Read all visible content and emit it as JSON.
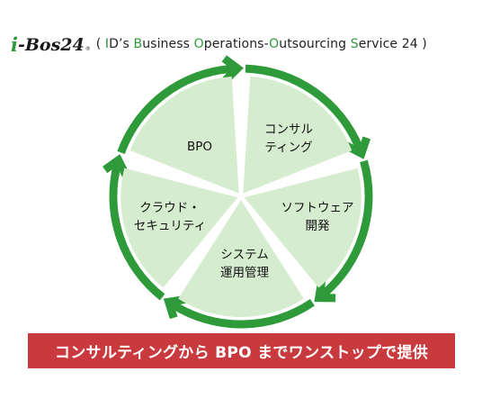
{
  "header": {
    "logo": {
      "prefix": "i",
      "rest": "-Bos24",
      "mark": "®"
    },
    "tagline_parts": [
      {
        "t": "( ",
        "g": false
      },
      {
        "t": "I",
        "g": true
      },
      {
        "t": "D’s ",
        "g": false
      },
      {
        "t": "B",
        "g": true
      },
      {
        "t": "usiness ",
        "g": false
      },
      {
        "t": "O",
        "g": true
      },
      {
        "t": "perations-",
        "g": false
      },
      {
        "t": "O",
        "g": true
      },
      {
        "t": "utsourcing ",
        "g": false
      },
      {
        "t": "S",
        "g": true
      },
      {
        "t": "ervice 24 )",
        "g": false
      }
    ]
  },
  "cycle": {
    "segments": [
      {
        "lines": [
          "BPO"
        ]
      },
      {
        "lines": [
          "コンサル",
          "ティング"
        ]
      },
      {
        "lines": [
          "ソフトウェア",
          "開発"
        ]
      },
      {
        "lines": [
          "システム",
          "運用管理"
        ]
      },
      {
        "lines": [
          "クラウド・",
          "セキュリティ"
        ]
      }
    ]
  },
  "banner": {
    "text": "コンサルティングから BPO までワンストップで提供"
  },
  "colors": {
    "green": "#2e9a3a",
    "segment_fill": "#d6eccf",
    "banner_red": "#c93a3e"
  }
}
